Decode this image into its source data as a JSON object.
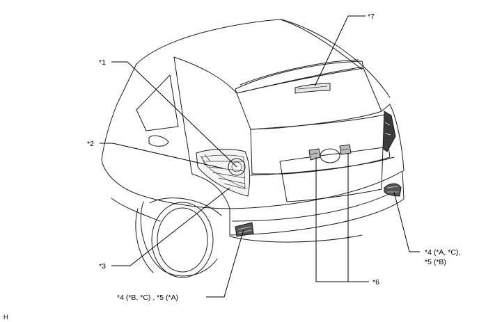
{
  "callouts": {
    "c1": "*1",
    "c2": "*2",
    "c3": "*3",
    "c4_left": "*4 (*B, *C) , *5 (*A)",
    "c4_right_line1": "*4 (*A, *C),",
    "c4_right_line2": "*5 (*B)",
    "c6": "*6",
    "c7": "*7"
  },
  "corner_code": "H"
}
